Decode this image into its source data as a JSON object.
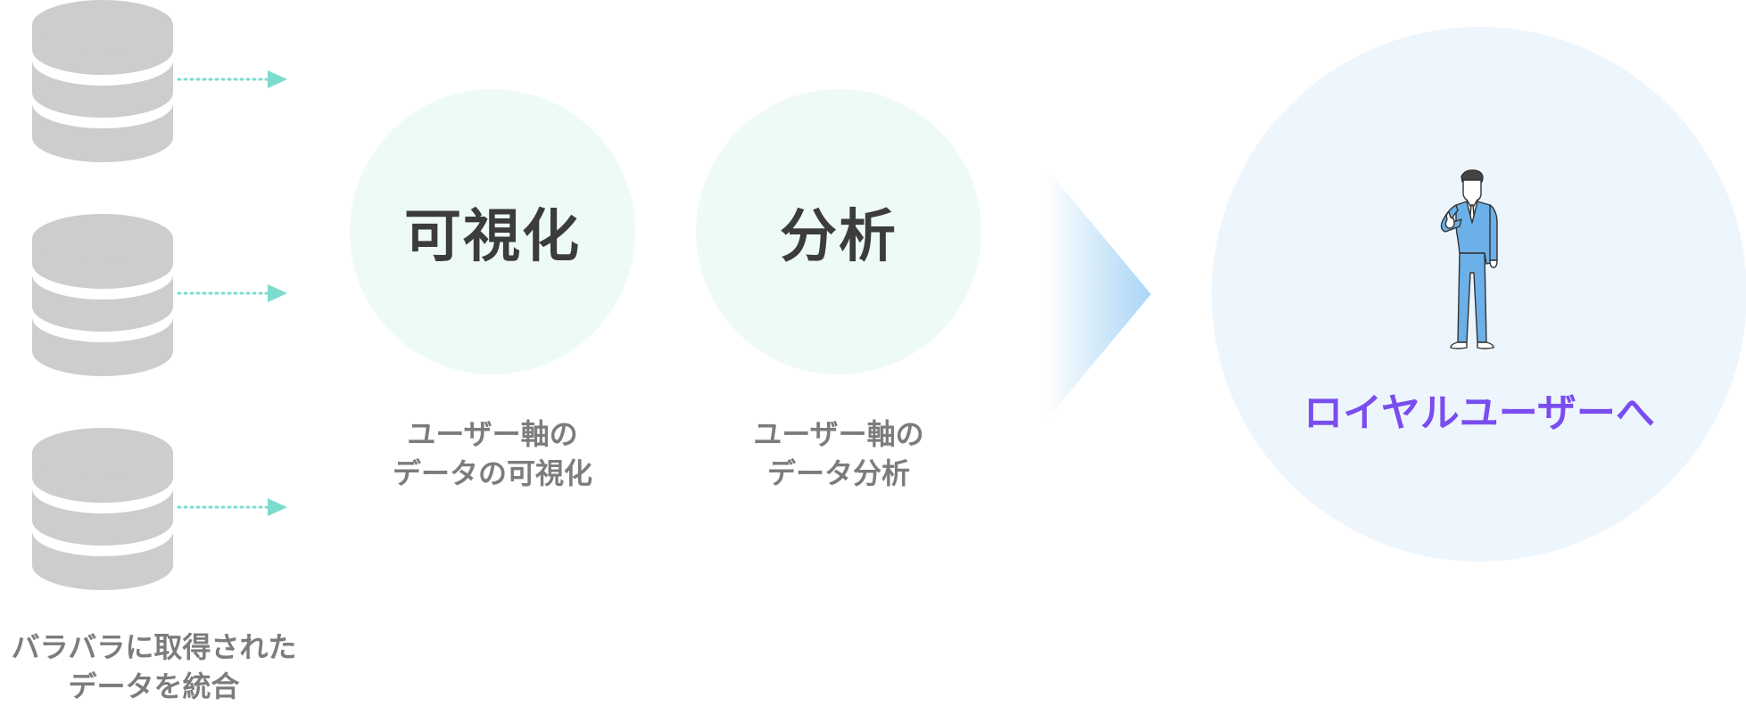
{
  "source_caption": [
    "バラバラに取得された",
    "データを統合"
  ],
  "steps": [
    {
      "title": "可視化",
      "caption": [
        "ユーザー軸の",
        "データの可視化"
      ]
    },
    {
      "title": "分析",
      "caption": [
        "ユーザー軸の",
        "データ分析"
      ]
    }
  ],
  "goal": "ロイヤルユーザーへ",
  "icons": {
    "database": "database-icon",
    "dotted_arrow": "dotted-arrow-icon",
    "big_arrow": "chevron-right-icon",
    "person": "businessman-icon"
  },
  "colors": {
    "database": "#cdcdcd",
    "arrow": "#7bdccd",
    "step_circle": "#eefaf8",
    "goal_circle": "#eef6fd",
    "goal_text": "#7a4df0",
    "caption_text": "#7c7c7c",
    "step_title": "#3c3c3c",
    "big_arrow": "#a9d5f7",
    "suit": "#6bb0e8"
  }
}
